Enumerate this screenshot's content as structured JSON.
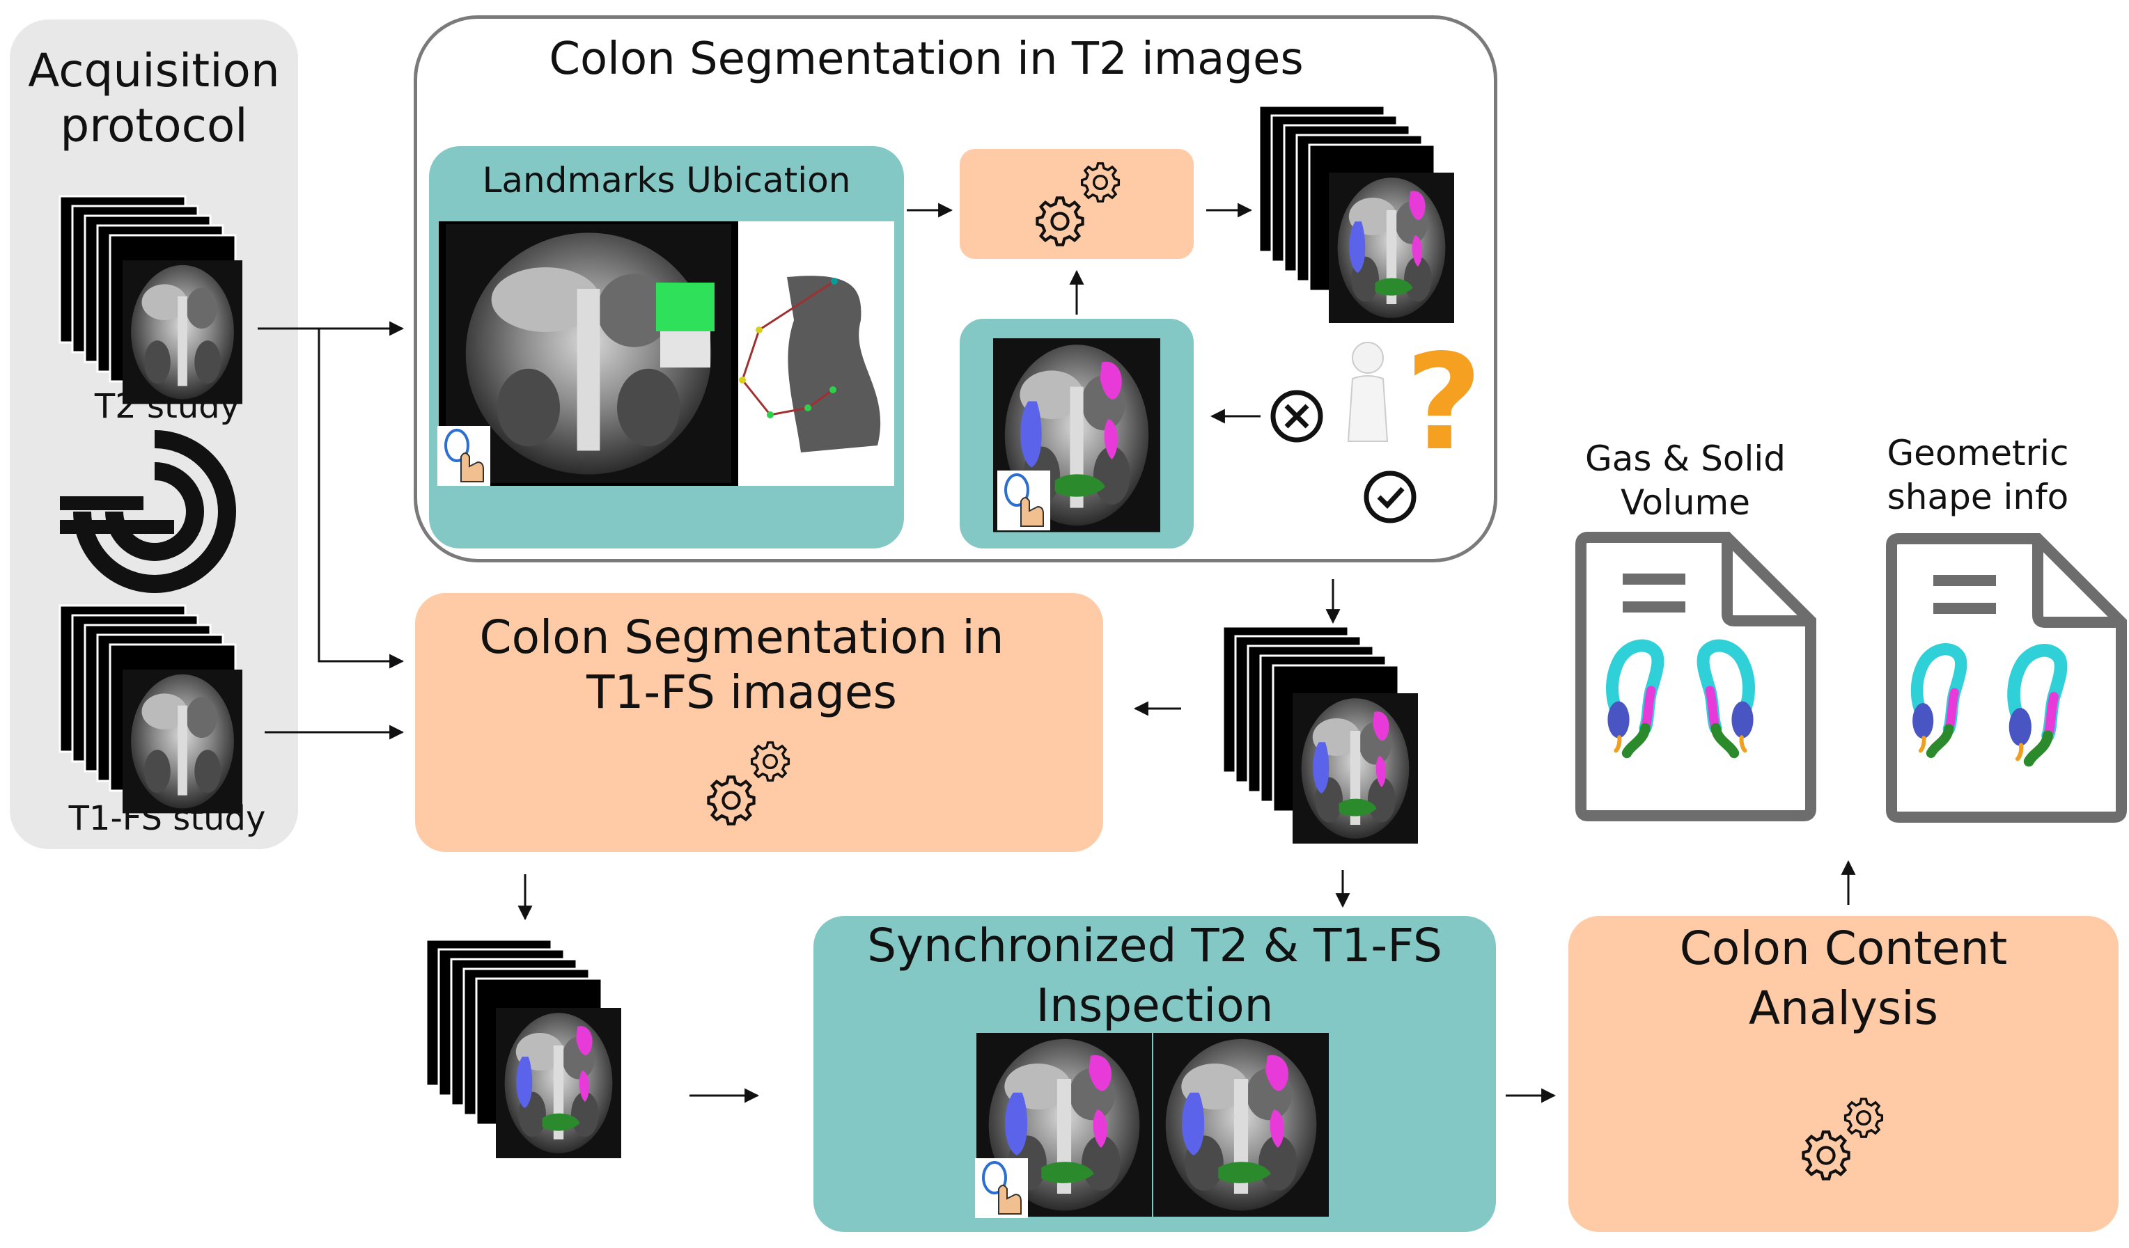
{
  "acquisition": {
    "title_line1": "Acquisition",
    "title_line2": "protocol",
    "t2_label": "T2 study",
    "t1_label": "T1-FS study"
  },
  "t2_segmentation": {
    "title": "Colon Segmentation in T2 images",
    "landmarks_title": "Landmarks Ubication"
  },
  "t1_segmentation": {
    "title_line1": "Colon Segmentation in",
    "title_line2": "T1-FS images"
  },
  "inspection": {
    "title_line1": "Synchronized T2 & T1-FS",
    "title_line2": "Inspection"
  },
  "analysis": {
    "title_line1": "Colon Content",
    "title_line2": "Analysis"
  },
  "outputs": {
    "gas_line1": "Gas & Solid",
    "gas_line2": "Volume",
    "geo_line1": "Geometric",
    "geo_line2": "shape info"
  },
  "colors": {
    "teal": "#84c8c6",
    "peach": "#ffcba6",
    "gray": "#e8e8e8",
    "segment_blue": "#5a63ea",
    "segment_magenta": "#e83ad8",
    "segment_green": "#2b8a2b",
    "segment_cyan": "#2fd0d8",
    "segment_orange": "#f0a020",
    "question_orange": "#f5a020"
  },
  "icons": [
    "gear-icon",
    "mouse-hand-icon",
    "mri-scanner-icon",
    "cross-circle-icon",
    "check-circle-icon",
    "question-person-icon",
    "document-icon"
  ]
}
